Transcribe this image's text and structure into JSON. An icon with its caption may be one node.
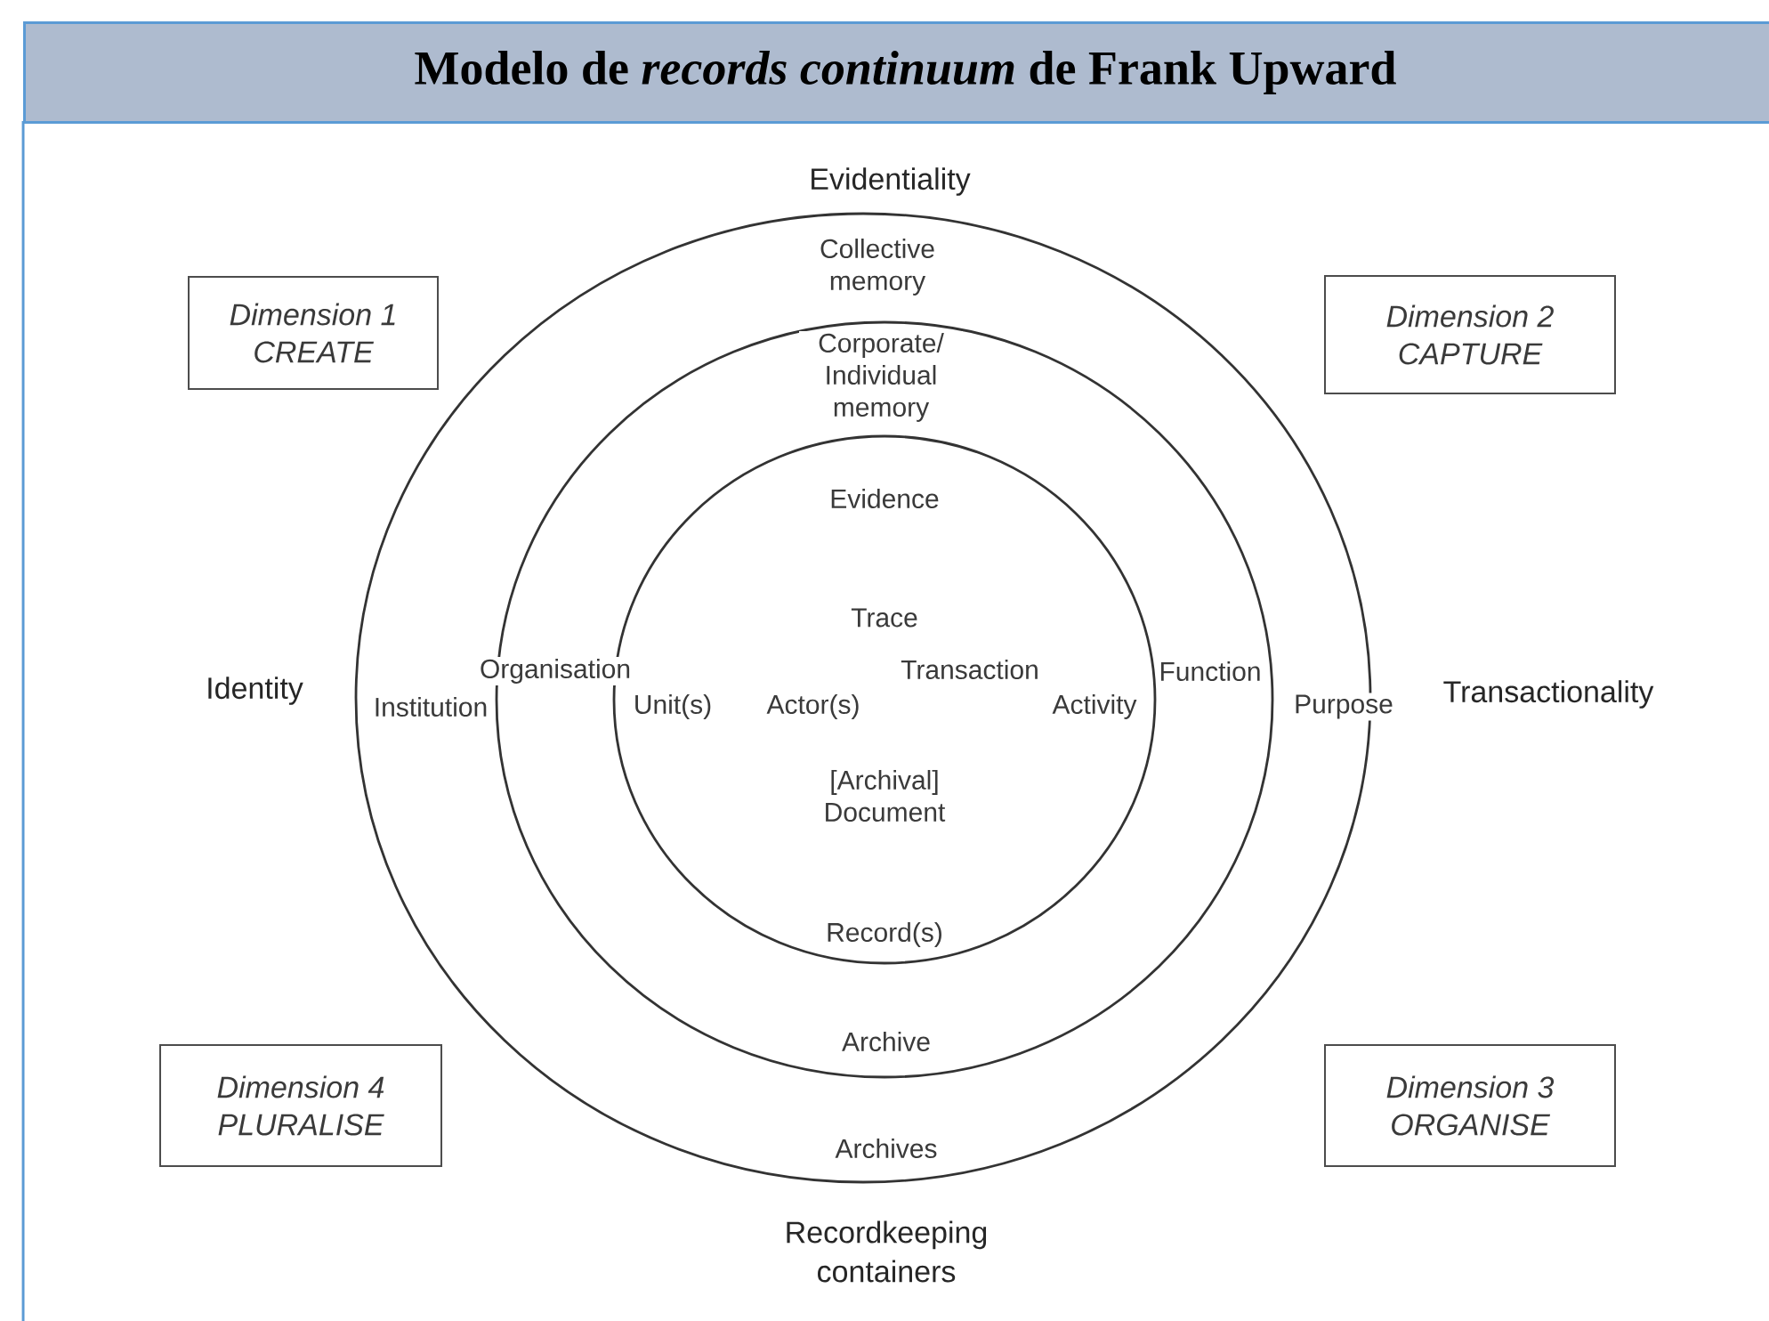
{
  "diagram": {
    "title": "Modelo de *records continuum* de Frank Upward",
    "nodes": [
      {
        "text": [
          "Dimension 1",
          "CREATE"
        ]
      },
      {
        "text": [
          "Dimension 2",
          "CAPTURE"
        ]
      },
      {
        "text": [
          "Collective memory",
          "Institution",
          "Purpose",
          "Archives"
        ]
      },
      {
        "text": [
          "Corporate/ Individual memory",
          "Organisation",
          "Function",
          "Archive"
        ],
        "in": 2
      },
      {
        "text": [
          "Evidence",
          "Trace",
          "Transaction",
          "Unit(s)",
          "Actor(s)",
          "Activity",
          "[Archival] Document",
          "Record(s)"
        ],
        "in": 3
      },
      {
        "text": [
          "Dimension 4",
          "PLURALISE"
        ]
      },
      {
        "text": [
          "Dimension 3",
          "ORGANISE"
        ]
      }
    ],
    "labels": [
      "Evidentiality",
      "Identity",
      "Transactionality",
      "Recordkeeping containers"
    ]
  }
}
